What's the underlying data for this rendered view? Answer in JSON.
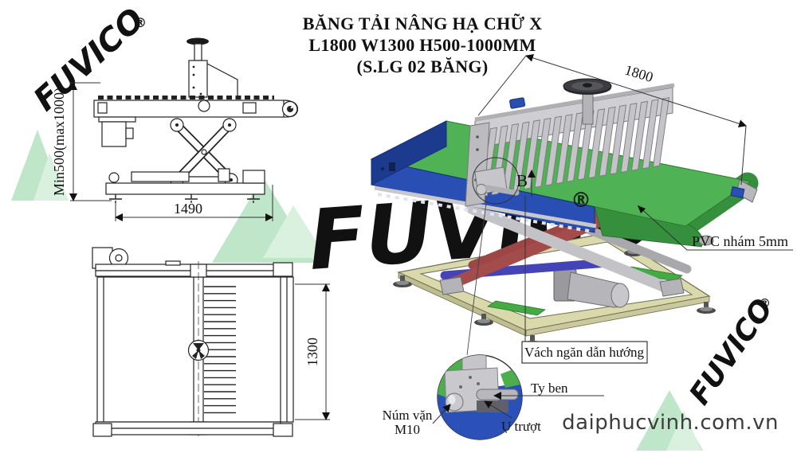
{
  "title": {
    "line1": "BĂNG TẢI NÂNG HẠ CHỮ X",
    "line2": "L1800 W1300 H500-1000MM",
    "line3": "(S.LG 02 BĂNG)"
  },
  "side_view": {
    "dim_height": "Min500(max1000)",
    "dim_length": "1490"
  },
  "top_view": {
    "dim_width": "1300"
  },
  "iso_view": {
    "dim_length": "1800",
    "detail_marker": "B",
    "label_pvc": "PVC nhám 5mm",
    "label_partition": "Vách ngăn dẫn hướng"
  },
  "detail_callout": {
    "label_knob_line1": "Núm vặn",
    "label_knob_line2": "M10",
    "label_rod": "Ty ben",
    "label_slider": "Ụ trượt"
  },
  "watermark": {
    "brand": "FUVICO",
    "registered": "®"
  },
  "footer": {
    "website": "daiphucvinh.com.vn"
  },
  "colors": {
    "belt_green": "#4fb254",
    "belt_green_dark": "#358f3c",
    "frame_blue": "#2a4fb4",
    "frame_blue_dark": "#1c3a8e",
    "scissor_red": "#b25454",
    "scissor_gray": "#c3c3c7",
    "base_cream": "#d9d9ab",
    "metal_gray": "#c6c6ca",
    "teal_wheel": "#8fd0d0",
    "watermark_yellow": "#f4e5a6",
    "watermark_green": "#bfe6c9"
  }
}
